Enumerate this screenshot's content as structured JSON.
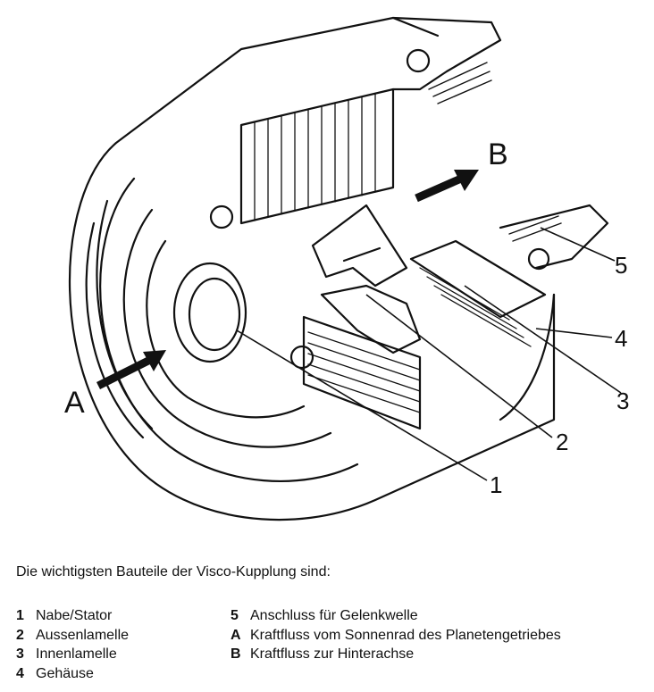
{
  "figure": {
    "callouts": {
      "a": "A",
      "b": "B",
      "n1": "1",
      "n2": "2",
      "n3": "3",
      "n4": "4",
      "n5": "5"
    }
  },
  "caption": "Die wichtigsten Bauteile der Visco-Kupplung sind:",
  "legend": {
    "left": [
      {
        "key": "1",
        "text": "Nabe/Stator"
      },
      {
        "key": "2",
        "text": "Aussenlamelle"
      },
      {
        "key": "3",
        "text": "Innenlamelle"
      },
      {
        "key": "4",
        "text": "Gehäuse"
      }
    ],
    "right": [
      {
        "key": "5",
        "text": "Anschluss für Gelenkwelle"
      },
      {
        "key": "A",
        "text": "Kraftfluss vom Sonnenrad des Planetengetriebes"
      },
      {
        "key": "B",
        "text": "Kraftfluss zur Hinterachse"
      }
    ]
  }
}
